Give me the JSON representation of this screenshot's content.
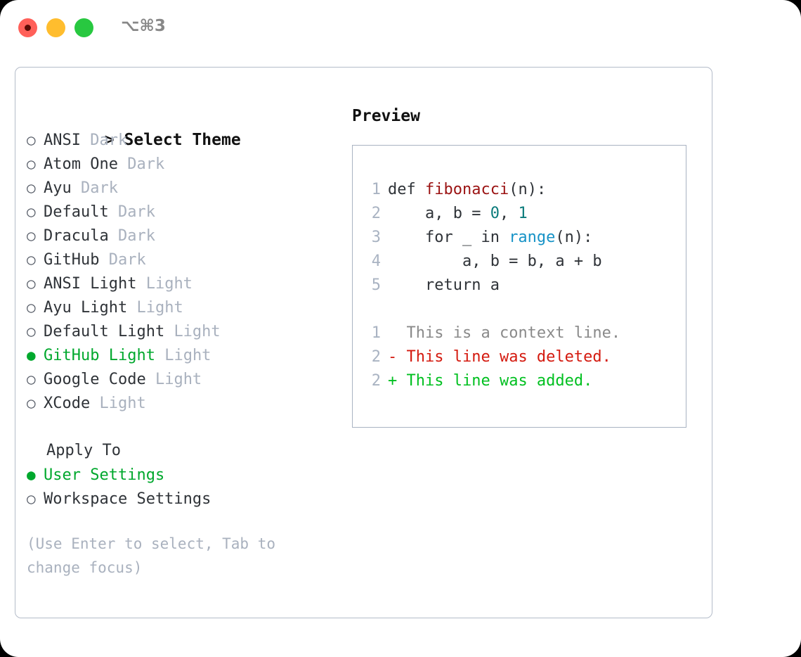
{
  "titlebar": {
    "shortcut": "⌥⌘3",
    "buttons": {
      "close": "close-button",
      "minimize": "minimize-button",
      "maximize": "maximize-button"
    }
  },
  "theme_picker": {
    "header": "Select Theme",
    "caret": ">",
    "bullet_unselected": "○",
    "bullet_selected": "●",
    "items": [
      {
        "label": "ANSI",
        "category": "Dark",
        "selected": false
      },
      {
        "label": "Atom One",
        "category": "Dark",
        "selected": false
      },
      {
        "label": "Ayu",
        "category": "Dark",
        "selected": false
      },
      {
        "label": "Default",
        "category": "Dark",
        "selected": false
      },
      {
        "label": "Dracula",
        "category": "Dark",
        "selected": false
      },
      {
        "label": "GitHub",
        "category": "Dark",
        "selected": false
      },
      {
        "label": "ANSI Light",
        "category": "Light",
        "selected": false
      },
      {
        "label": "Ayu Light",
        "category": "Light",
        "selected": false
      },
      {
        "label": "Default Light",
        "category": "Light",
        "selected": false
      },
      {
        "label": "GitHub Light",
        "category": "Light",
        "selected": true
      },
      {
        "label": "Google Code",
        "category": "Light",
        "selected": false
      },
      {
        "label": "XCode",
        "category": "Light",
        "selected": false
      }
    ]
  },
  "apply_to": {
    "header": "Apply To",
    "options": [
      {
        "label": "User Settings",
        "selected": true
      },
      {
        "label": "Workspace Settings",
        "selected": false
      }
    ]
  },
  "hint": "(Use Enter to select, Tab to change focus)",
  "preview": {
    "title": "Preview",
    "code_lines": [
      {
        "num": "1",
        "segments": [
          {
            "text": "def ",
            "kind": "plain"
          },
          {
            "text": "fibonacci",
            "kind": "fn"
          },
          {
            "text": "(n):",
            "kind": "plain"
          }
        ]
      },
      {
        "num": "2",
        "segments": [
          {
            "text": "    a, b = ",
            "kind": "plain"
          },
          {
            "text": "0",
            "kind": "num"
          },
          {
            "text": ", ",
            "kind": "plain"
          },
          {
            "text": "1",
            "kind": "num"
          }
        ]
      },
      {
        "num": "3",
        "segments": [
          {
            "text": "    for _ in ",
            "kind": "plain"
          },
          {
            "text": "range",
            "kind": "builtin"
          },
          {
            "text": "(n):",
            "kind": "plain"
          }
        ]
      },
      {
        "num": "4",
        "segments": [
          {
            "text": "        a, b = b, a + b",
            "kind": "plain"
          }
        ]
      },
      {
        "num": "5",
        "segments": [
          {
            "text": "    return a",
            "kind": "plain"
          }
        ]
      }
    ],
    "diff_lines": [
      {
        "num": "1",
        "marker": "  ",
        "text": "This is a context line.",
        "kind": "ctx"
      },
      {
        "num": "2",
        "marker": "- ",
        "text": "This line was deleted.",
        "kind": "del"
      },
      {
        "num": "2",
        "marker": "+ ",
        "text": "This line was added.",
        "kind": "add"
      }
    ]
  },
  "colors": {
    "accent_green": "#00A82D",
    "diff_add": "#00C020",
    "diff_del": "#D41A0F",
    "diff_ctx": "#8A8A8A",
    "token_function": "#9B1313",
    "token_number": "#0B7B7B",
    "token_builtin": "#1793C7",
    "muted": "#A9B1BE",
    "border": "#B4BCC9",
    "text": "#2F3338"
  }
}
